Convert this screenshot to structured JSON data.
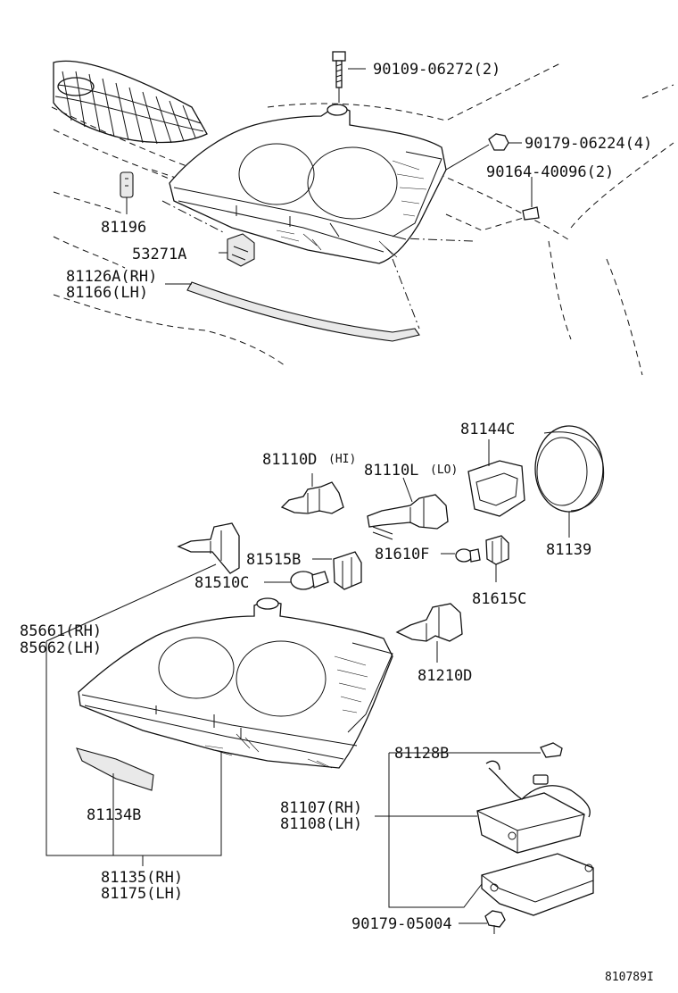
{
  "diagram": {
    "labels": {
      "bolt_top": "90109-06272(2)",
      "nut": "90179-06224(4)",
      "screw": "90164-40096(2)",
      "p81196": "81196",
      "p53271a": "53271A",
      "p81126a": "81126A(RH)",
      "p81166": "81166(LH)",
      "p81144c": "81144C",
      "p81110d": "81110D",
      "p81110d_note": "(HI)",
      "p81110l": "81110L",
      "p81110l_note": "(LO)",
      "p81139": "81139",
      "p81515b": "81515B",
      "p81610f": "81610F",
      "p81510c": "81510C",
      "p81615c": "81615C",
      "p85661": "85661(RH)",
      "p85662": "85662(LH)",
      "p81210d": "81210D",
      "p81128b": "81128B",
      "p81107": "81107(RH)",
      "p81108": "81108(LH)",
      "p81134b": "81134B",
      "p81135": "81135(RH)",
      "p81175": "81175(LH)",
      "nut_bottom": "90179-05004",
      "drawing_no": "810789I"
    }
  }
}
